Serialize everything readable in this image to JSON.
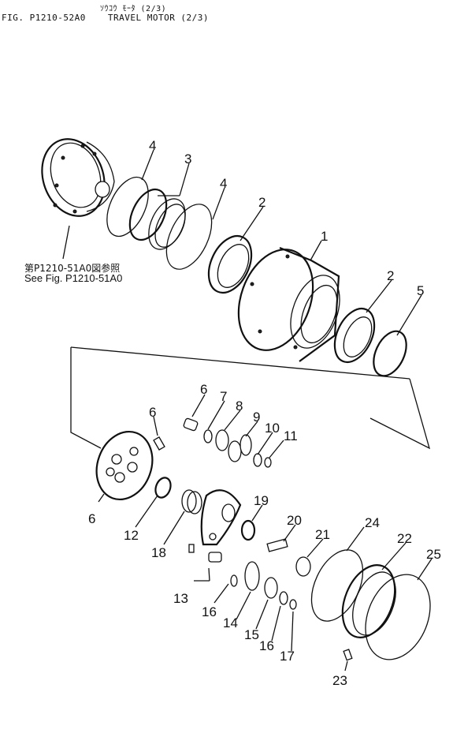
{
  "header": {
    "jp_title": "ｿｳｺｳ ﾓｰﾀ (2/3)",
    "fig_number": "FIG. P1210-52A0",
    "en_title": "TRAVEL MOTOR (2/3)"
  },
  "reference": {
    "jp": "第P1210-51A0図参照",
    "en": "See Fig. P1210-51A0"
  },
  "callouts": [
    {
      "id": "1"
    },
    {
      "id": "2"
    },
    {
      "id": "2"
    },
    {
      "id": "3"
    },
    {
      "id": "4"
    },
    {
      "id": "4"
    },
    {
      "id": "5"
    },
    {
      "id": "6"
    },
    {
      "id": "6"
    },
    {
      "id": "6"
    },
    {
      "id": "7"
    },
    {
      "id": "8"
    },
    {
      "id": "9"
    },
    {
      "id": "10"
    },
    {
      "id": "11"
    },
    {
      "id": "12"
    },
    {
      "id": "13"
    },
    {
      "id": "14"
    },
    {
      "id": "15"
    },
    {
      "id": "16"
    },
    {
      "id": "16"
    },
    {
      "id": "17"
    },
    {
      "id": "18"
    },
    {
      "id": "19"
    },
    {
      "id": "20"
    },
    {
      "id": "21"
    },
    {
      "id": "22"
    },
    {
      "id": "23"
    },
    {
      "id": "24"
    },
    {
      "id": "25"
    }
  ]
}
